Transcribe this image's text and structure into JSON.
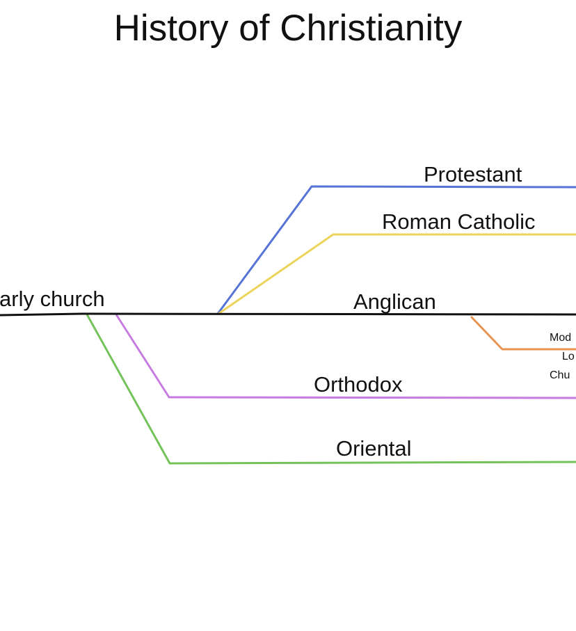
{
  "title": "History of Christianity",
  "branches": [
    {
      "id": "early-church",
      "label": "arly church",
      "color": "#111111"
    },
    {
      "id": "protestant",
      "label": "Protestant",
      "color": "#5574d6"
    },
    {
      "id": "roman-catholic",
      "label": "Roman Catholic",
      "color": "#ecd45a"
    },
    {
      "id": "anglican",
      "label": "Anglican",
      "color": "#111111"
    },
    {
      "id": "orthodox",
      "label": "Orthodox",
      "color": "#c77de0"
    },
    {
      "id": "oriental",
      "label": "Oriental",
      "color": "#74c25a"
    },
    {
      "id": "modern-local-church",
      "lines": [
        "Mod",
        "Lo",
        "Chu"
      ],
      "color": "#e89350"
    }
  ]
}
